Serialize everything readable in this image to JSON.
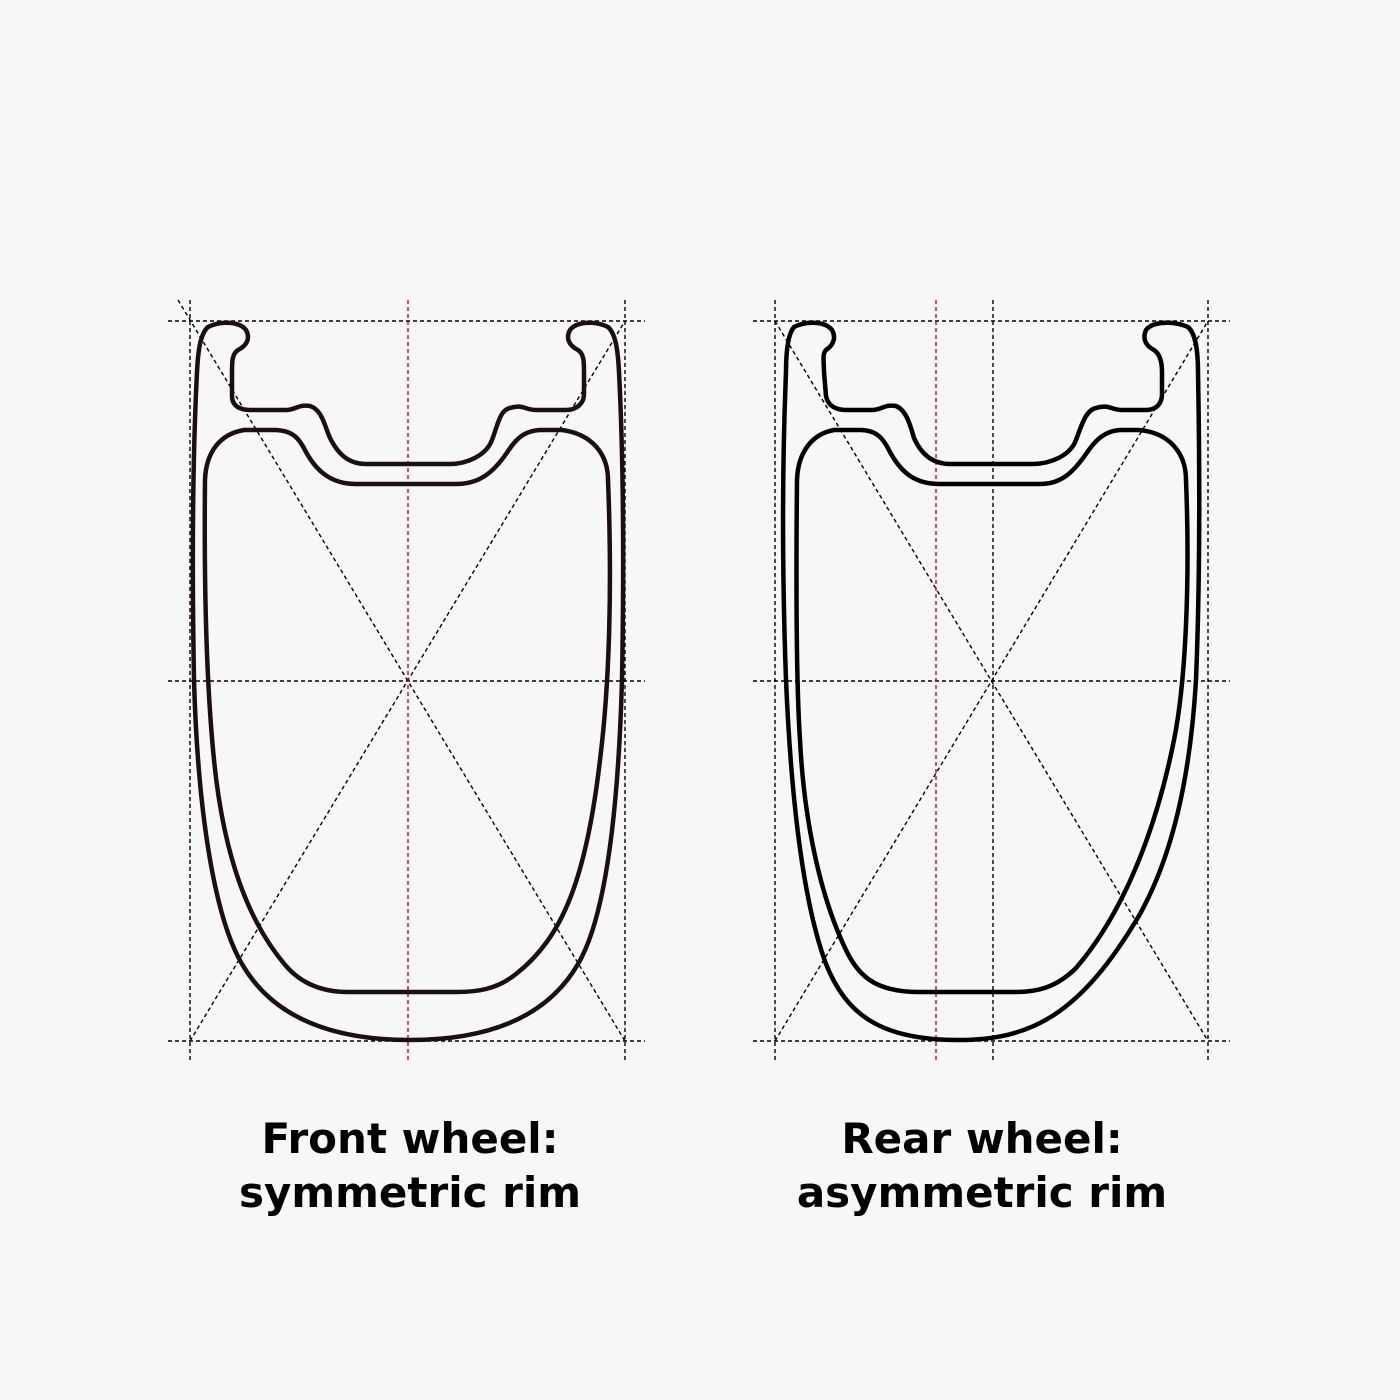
{
  "colors": {
    "background": "#f7f7f9",
    "outline": "#1a0f12",
    "guide": "#000000",
    "centerline": "#d4002a"
  },
  "front": {
    "caption_line1": "Front wheel:",
    "caption_line2": "symmetric rim"
  },
  "rear": {
    "caption_line1": "Rear wheel:",
    "caption_line2": "asymmetric rim"
  }
}
